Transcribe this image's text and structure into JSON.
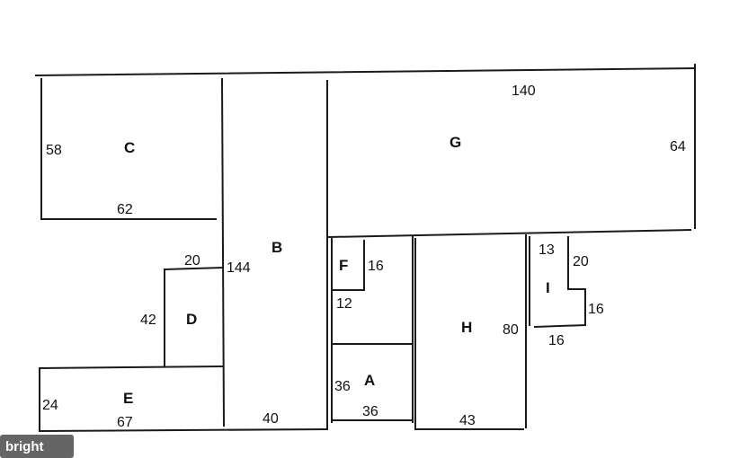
{
  "lots": [
    {
      "id": "C",
      "label": "C"
    },
    {
      "id": "B",
      "label": "B"
    },
    {
      "id": "G",
      "label": "G"
    },
    {
      "id": "F",
      "label": "F"
    },
    {
      "id": "D",
      "label": "D"
    },
    {
      "id": "I",
      "label": "I"
    },
    {
      "id": "H",
      "label": "H"
    },
    {
      "id": "A",
      "label": "A"
    },
    {
      "id": "E",
      "label": "E"
    }
  ],
  "dimensions": {
    "c_side": "58",
    "c_bottom": "62",
    "g_top": "140",
    "g_right": "64",
    "d_top": "20",
    "b_side": "144",
    "f_right": "16",
    "f_bottom": "12",
    "i_left": "13",
    "i_top_right": "20",
    "i_step": "16",
    "i_bottom": "16",
    "d_side": "42",
    "h_side": "80",
    "a_side": "36",
    "a_bottom": "36",
    "e_side": "24",
    "e_bottom": "67",
    "b_bottom": "40",
    "h_bottom": "43"
  },
  "watermark": "bright"
}
